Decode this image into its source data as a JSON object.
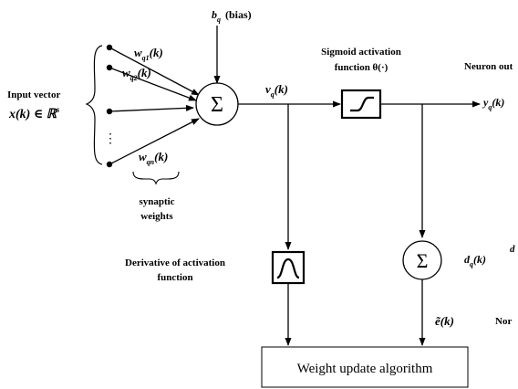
{
  "inputs": {
    "label_line1": "Input vector",
    "label_line2": "x(k) ∈ ℝ",
    "label_sup": "s",
    "ellipsis": "⋮"
  },
  "weights": {
    "w1": "w",
    "w1_sub": "q1",
    "w1_arg": "(k)",
    "w2": "w",
    "w2_sub": "q2",
    "w2_arg": "(k)",
    "wn": "w",
    "wn_sub": "qn",
    "wn_arg": "(k)",
    "caption_line1": "synaptic",
    "caption_line2": "weights"
  },
  "bias": {
    "symbol": "b",
    "sub": "q",
    "text": "(bias)"
  },
  "summation": {
    "symbol": "Σ"
  },
  "net": {
    "symbol": "v",
    "sub": "q",
    "arg": "(k)"
  },
  "activation": {
    "title_line1": "Sigmoid activation",
    "title_line2": "function θ(·)"
  },
  "output": {
    "label": "Neuron out",
    "symbol": "y",
    "sub": "q",
    "arg": "(k)"
  },
  "derivative": {
    "title_line1": "Derivative of activation",
    "title_line2": "function"
  },
  "desired": {
    "symbol": "d",
    "sub": "q",
    "arg": "(k)",
    "edge": "d"
  },
  "error": {
    "symbol": "ẽ(k)",
    "label": "Nor"
  },
  "update": {
    "label": "Weight update algorithm"
  }
}
